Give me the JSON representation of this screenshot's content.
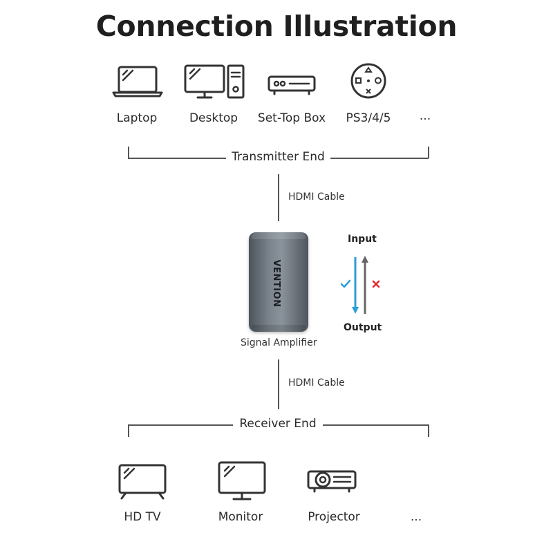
{
  "title": "Connection Illustration",
  "transmitter": {
    "label": "Transmitter End",
    "devices": [
      {
        "label": "Laptop",
        "icon": "laptop-icon"
      },
      {
        "label": "Desktop",
        "icon": "desktop-icon"
      },
      {
        "label": "Set-Top Box",
        "icon": "set-top-box-icon"
      },
      {
        "label": "PS3/4/5",
        "icon": "gamepad-icon"
      },
      {
        "label": "..."
      }
    ]
  },
  "cable_top_label": "HDMI Cable",
  "amplifier": {
    "label": "Signal Amplifier",
    "brand": "VENTION"
  },
  "direction": {
    "input_label": "Input",
    "output_label": "Output",
    "allowed_icon": "check-icon",
    "blocked_icon": "cross-icon",
    "colors": {
      "allowed": "#2a9fd8",
      "blocked": "#e0262b",
      "reverse": "#666666"
    }
  },
  "cable_bottom_label": "HDMI Cable",
  "receiver": {
    "label": "Receiver End",
    "devices": [
      {
        "label": "HD TV",
        "icon": "tv-icon"
      },
      {
        "label": "Monitor",
        "icon": "monitor-icon"
      },
      {
        "label": "Projector",
        "icon": "projector-icon"
      },
      {
        "label": "..."
      }
    ]
  }
}
